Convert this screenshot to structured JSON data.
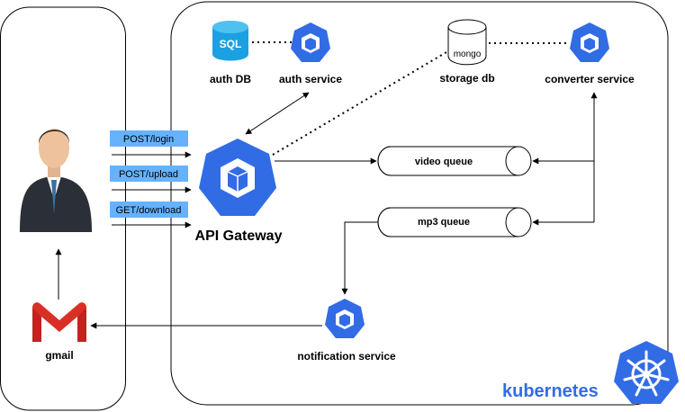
{
  "nodes": {
    "auth_db": "auth DB",
    "auth_db_badge": "SQL",
    "auth_service": "auth service",
    "storage_db": "storage db",
    "storage_db_badge": "mongo",
    "converter_service": "converter service",
    "api_gateway": "API Gateway",
    "video_queue": "video queue",
    "mp3_queue": "mp3 queue",
    "notification_service": "notification service",
    "gmail": "gmail",
    "kubernetes": "kubernetes"
  },
  "requests": {
    "login": "POST/login",
    "upload": "POST/upload",
    "download": "GET/download"
  },
  "colors": {
    "k8s_blue": "#326ce5",
    "sql_blue": "#1ba1e2",
    "request_label_bg": "#66b2ff",
    "gmail_red": "#d93025"
  }
}
